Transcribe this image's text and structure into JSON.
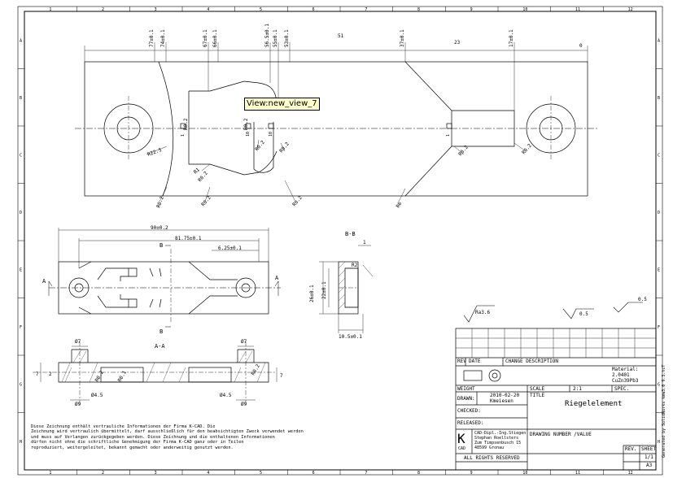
{
  "frame": {
    "col_labels": [
      "1",
      "2",
      "3",
      "4",
      "5",
      "6",
      "7",
      "8",
      "9",
      "10",
      "11",
      "12"
    ],
    "row_labels": [
      "A",
      "B",
      "C",
      "D",
      "E",
      "F",
      "G",
      "H"
    ]
  },
  "view_tag": "View:new_view_7",
  "top_view": {
    "dims_top": [
      "77±0.1",
      "74±0.1",
      "67±0.1",
      "66±0.1",
      "56.5±0.1",
      "55±0.1",
      "53±0.1",
      "37±0.1",
      "17±0.1"
    ],
    "overall": "51",
    "right_dim": "23",
    "zero": "0",
    "callouts": [
      "R22.5",
      "R0.2",
      "R0.2",
      "R1",
      "R0.2",
      "R0.2",
      "R0.2",
      "R0.2",
      "R6",
      "R0.2",
      "R0.2",
      "R0.2",
      "R0.2"
    ],
    "small_labels": [
      "1",
      "10",
      "10",
      "1"
    ]
  },
  "front_view": {
    "width": "90±0.2",
    "inner": "81.75±0.1",
    "offset": "6.25±0.1",
    "section_mark": "B",
    "section_a": "A"
  },
  "section_bb": {
    "title": "B-B",
    "height": "26±0.1",
    "inner_height": "22±0.1",
    "step": "1",
    "thick": "10.5±0.1",
    "r1": "R2"
  },
  "section_aa": {
    "title": "A-A",
    "d7_left": "Ø7",
    "d7_right": "Ø7",
    "d45_left": "Ø4.5",
    "d45_right": "Ø4.5",
    "d9_left": "Ø9",
    "d9_right": "Ø9",
    "r02": "R0.2",
    "r01": "R0.1",
    "r02b": "R0.2",
    "h7": "7",
    "h7b": "7",
    "h2": "2"
  },
  "symbols": {
    "surface": "Ra3.6",
    "tol1": "0.5",
    "tol2": "0.5"
  },
  "title_block": {
    "rev_header": "REV",
    "date_header": "DATE",
    "change_header": "CHANGE DESCRIPTION",
    "material_label": "Material:",
    "material_no": "2.0401",
    "material_name": "CuZn39Pb3",
    "weight": "WEIGHT",
    "scale_label": "SCALE",
    "scale_value": "2:1",
    "spec": "SPEC.",
    "drawn": "DRAWN:",
    "drawn_date": "2010-02-20",
    "drawn_by": "Kmeiesen",
    "title_label": "TITLE",
    "title_value": "Riegelelement",
    "checked": "CHECKED:",
    "released": "RELEASED:",
    "company_lines": [
      "CAD-Dipl.-Ing.Stiegen",
      "Stephan Roellsters",
      "Zum Timpsenbusch 15",
      "48599 Gronau"
    ],
    "drawing_number": "DRAWING NUMBER /VALUE",
    "rights": "ALL RIGHTS RESERVED",
    "rev": "REV.",
    "sheet": "SHEET",
    "sheet_value": "1/1",
    "logo_letter": "K",
    "logo_text": "CAD",
    "format": "A3"
  },
  "note_lines": [
    "Diese Zeichnung enthält vertrauliche Informationen der Firma K-CAD. Die",
    "Zeichnung wird vertraulich übermittelt, darf ausschließlich für den beabsichtigten Zweck verwendet werden",
    "und muss auf Verlangen zurückgegeben werden. Diese Zeichnung und die enthaltenen Informationen",
    "dürfen nicht ohne die schriftliche Genehmigung der Firma K-CAD ganz oder in Teilen",
    "reproduziert, weitergeleitet, bekannt gemacht oder anderweitig genutzt werden."
  ],
  "side_strip": "Generated by SolidWorks kmw3.0 9.3.hcT"
}
